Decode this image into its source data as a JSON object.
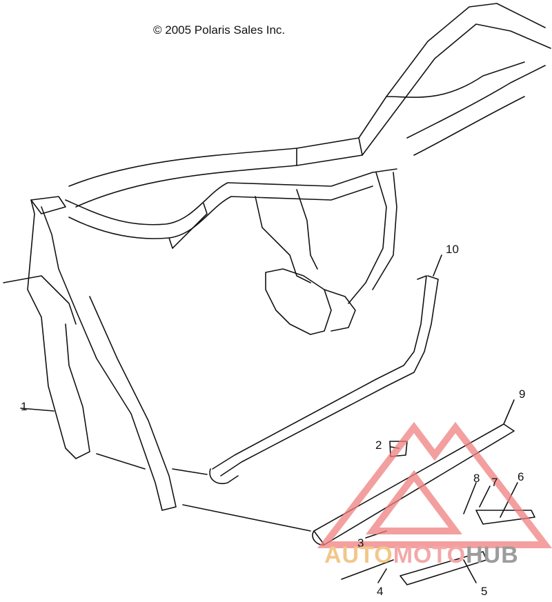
{
  "copyright": "© 2005 Polaris Sales Inc.",
  "callouts": [
    {
      "id": "1",
      "label": "1"
    },
    {
      "id": "2",
      "label": "2"
    },
    {
      "id": "3",
      "label": "3"
    },
    {
      "id": "4",
      "label": "4"
    },
    {
      "id": "5",
      "label": "5"
    },
    {
      "id": "6",
      "label": "6"
    },
    {
      "id": "7",
      "label": "7"
    },
    {
      "id": "8",
      "label": "8"
    },
    {
      "id": "9",
      "label": "9"
    },
    {
      "id": "10",
      "label": "10"
    }
  ],
  "watermark": {
    "part1": "AUTO",
    "part2": "MOTO",
    "part3": "HUB",
    "colors": {
      "auto": "#f2c78a",
      "moto": "#f3a8a8",
      "hub": "#9c9c9c",
      "logo": "#f08080"
    }
  }
}
